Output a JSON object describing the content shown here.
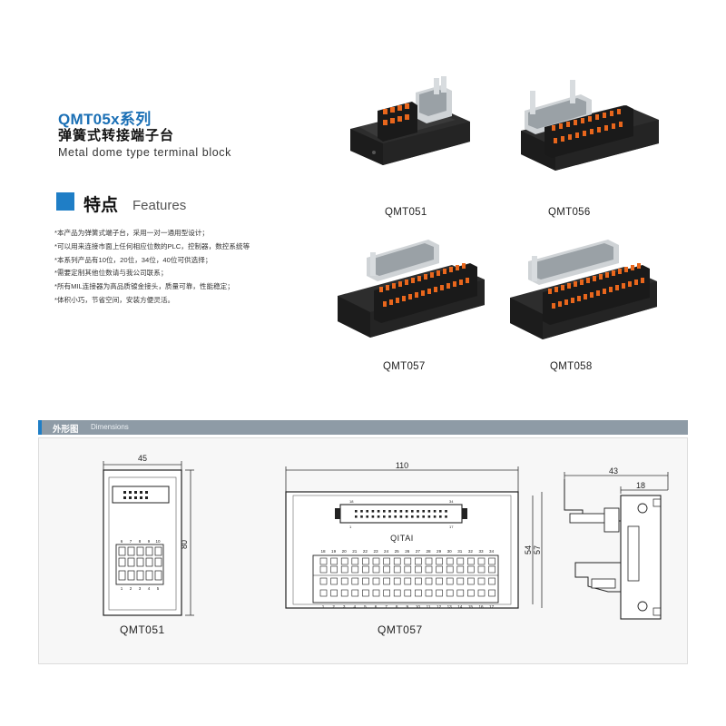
{
  "header": {
    "series": "QMT05x系列",
    "subtitle": "弹簧式转接端子台",
    "english": "Metal dome type  terminal block"
  },
  "features": {
    "title_cn": "特点",
    "title_en": "Features",
    "items": [
      "*本产品为弹簧式端子台，采用一对一通用型设计；",
      "*可以用来连接市面上任何相应位数的PLC，控制器，数控系统等",
      "*本系列产品有10位，20位，34位，40位可供选择；",
      "*需要定制其他位数请与我公司联系；",
      "*所有MIL连接器为高品质镀金接头，质量可靠，性能稳定；",
      "*体积小巧，节省空间，安装方便灵活。"
    ]
  },
  "products": [
    {
      "model": "QMT051"
    },
    {
      "model": "QMT056"
    },
    {
      "model": "QMT057"
    },
    {
      "model": "QMT058"
    }
  ],
  "dimensions": {
    "title_cn": "外形图",
    "title_en": "Dimensions",
    "drawings": [
      {
        "caption": "QMT051",
        "width_label": "45",
        "height_label": "80",
        "top_pins": [
          "6",
          "7",
          "8",
          "9",
          "10"
        ],
        "bottom_pins": [
          "1",
          "2",
          "3",
          "4",
          "5"
        ]
      },
      {
        "caption": "QMT057",
        "width_label": "110",
        "height_label_inner": "54",
        "height_label_outer": "57",
        "brand": "QITAI",
        "connector_top_left": "18",
        "connector_top_right": "34",
        "connector_bottom_left": "1",
        "connector_bottom_right": "17",
        "top_pins": [
          "18",
          "19",
          "20",
          "21",
          "22",
          "23",
          "24",
          "25",
          "26",
          "27",
          "28",
          "29",
          "30",
          "31",
          "32",
          "33",
          "34"
        ],
        "bottom_pins": [
          "1",
          "2",
          "3",
          "4",
          "5",
          "6",
          "7",
          "8",
          "9",
          "10",
          "11",
          "12",
          "13",
          "14",
          "15",
          "16",
          "17"
        ]
      },
      {
        "caption": "",
        "depth_label": "43",
        "rail_label": "18"
      }
    ]
  },
  "colors": {
    "accent_blue": "#1f7ec6",
    "section_bar": "#8e9ba6",
    "terminal_orange": "#e8661c",
    "housing_black": "#2a2a2a"
  }
}
